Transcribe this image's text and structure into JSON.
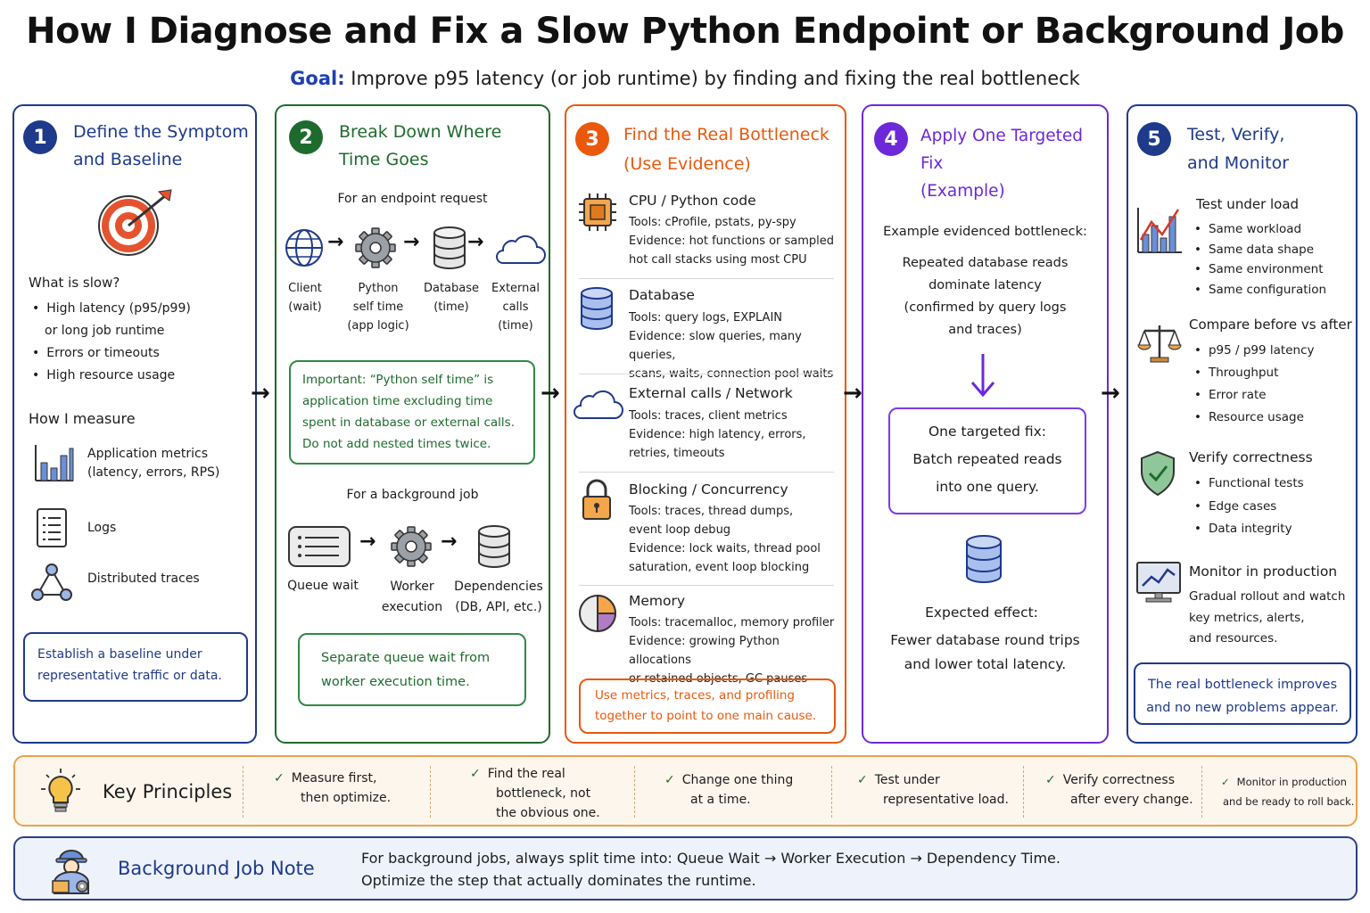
{
  "title": "How I Diagnose and Fix a Slow Python Endpoint or Background Job",
  "goal": {
    "label": "Goal:",
    "text": " Improve p95 latency (or job runtime) by finding and fixing the real bottleneck"
  },
  "colors": {
    "blue": "#1e3a8a",
    "green": "#1e6b2e",
    "orange": "#ea580c",
    "purple": "#6d28d9",
    "principles_border": "#e9a24c"
  },
  "step1": {
    "number": "1",
    "title": [
      "Define the Symptom",
      "and Baseline"
    ],
    "what_slow": "What is slow?",
    "symptoms": [
      "High latency  (p95/p99)",
      "or long job runtime",
      "Errors or timeouts",
      "High resource usage"
    ],
    "how_measure": "How I measure",
    "measures": [
      {
        "icon": "bar-chart-icon",
        "label": "Application metrics\n(latency, errors, RPS)"
      },
      {
        "icon": "log-list-icon",
        "label": "Logs"
      },
      {
        "icon": "trace-graph-icon",
        "label": "Distributed traces"
      }
    ],
    "note": "Establish a baseline under representative traffic or data."
  },
  "step2": {
    "number": "2",
    "title": [
      "Break Down Where",
      "Time Goes"
    ],
    "endpoint_heading": "For an endpoint request",
    "endpoint_items": [
      {
        "icon": "globe-icon",
        "label": "Client\n(wait)"
      },
      {
        "icon": "gear-icon",
        "label": "Python\nself time\n(app logic)"
      },
      {
        "icon": "database-icon",
        "label": "Database\n(time)"
      },
      {
        "icon": "cloud-icon",
        "label": "External\ncalls\n(time)"
      }
    ],
    "important_note": "Important: “Python self time” is application time excluding time spent in database or external calls. Do not add nested times twice.",
    "job_heading": "For a background job",
    "job_items": [
      {
        "icon": "queue-icon",
        "label": "Queue wait"
      },
      {
        "icon": "gear-icon",
        "label": "Worker\nexecution"
      },
      {
        "icon": "database-icon",
        "label": "Dependencies\n(DB, API, etc.)"
      }
    ],
    "note": "Separate queue wait from worker execution time."
  },
  "step3": {
    "number": "3",
    "title": [
      "Find the Real Bottleneck",
      "(Use Evidence)"
    ],
    "items": [
      {
        "icon": "cpu-chip-icon",
        "heading": "CPU / Python code",
        "lines": [
          "Tools: cProfile, pstats, py-spy",
          "Evidence: hot functions or sampled",
          "hot call stacks using most CPU"
        ]
      },
      {
        "icon": "database-icon",
        "heading": "Database",
        "lines": [
          "Tools: query logs, EXPLAIN",
          "Evidence: slow queries, many queries,",
          "scans, waits, connection pool waits"
        ]
      },
      {
        "icon": "cloud-icon",
        "heading": "External calls / Network",
        "lines": [
          "Tools: traces, client metrics",
          "Evidence: high latency, errors,",
          "retries, timeouts"
        ]
      },
      {
        "icon": "lock-icon",
        "heading": "Blocking / Concurrency",
        "lines": [
          "Tools: traces, thread dumps,",
          "event loop debug",
          "Evidence: lock waits, thread pool",
          "saturation, event loop blocking"
        ]
      },
      {
        "icon": "pie-memory-icon",
        "heading": "Memory",
        "lines": [
          "Tools: tracemalloc, memory profiler",
          "Evidence: growing Python allocations",
          "or retained objects, GC pauses"
        ]
      }
    ],
    "note": "Use metrics, traces, and profiling together to point to one main cause."
  },
  "step4": {
    "number": "4",
    "title": [
      "Apply One Targeted Fix",
      "(Example)"
    ],
    "example_heading": "Example evidenced bottleneck:",
    "example_lines": [
      "Repeated database reads",
      "dominate latency",
      "(confirmed by query logs",
      "and traces)"
    ],
    "fix_heading": "One targeted fix:",
    "fix_lines": [
      "Batch repeated reads",
      "into one query."
    ],
    "effect_heading": "Expected effect:",
    "effect_lines": [
      "Fewer database round trips",
      "and lower total latency."
    ]
  },
  "step5": {
    "number": "5",
    "title": [
      "Test, Verify,",
      "and Monitor"
    ],
    "groups": [
      {
        "icon": "load-chart-icon",
        "heading": "Test under load",
        "items": [
          "Same workload",
          "Same data shape",
          "Same environment",
          "Same configuration"
        ]
      },
      {
        "icon": "scale-icon",
        "heading": "Compare before vs after",
        "items": [
          "p95 / p99 latency",
          "Throughput",
          "Error rate",
          "Resource usage"
        ]
      },
      {
        "icon": "shield-check-icon",
        "heading": "Verify correctness",
        "items": [
          "Functional tests",
          "Edge cases",
          "Data integrity"
        ]
      }
    ],
    "monitor_heading": "Monitor in production",
    "monitor_lines": [
      "Gradual rollout and watch",
      "key metrics, alerts,",
      "and resources."
    ],
    "note": "The real bottleneck improves and no new problems appear."
  },
  "principles": {
    "title": "Key Principles",
    "items": [
      [
        "Measure first,",
        "then optimize."
      ],
      [
        "Find the real",
        "bottleneck, not",
        "the obvious one."
      ],
      [
        "Change one thing",
        "at a time."
      ],
      [
        "Test under",
        "representative load."
      ],
      [
        "Verify correctness",
        "after every change."
      ],
      [
        "Monitor in production",
        "and be ready to roll back."
      ]
    ]
  },
  "background_note": {
    "title": "Background Job Note",
    "lines": [
      "For background jobs, always split time into: Queue Wait → Worker Execution → Dependency Time.",
      "Optimize the step that actually dominates the runtime."
    ]
  }
}
